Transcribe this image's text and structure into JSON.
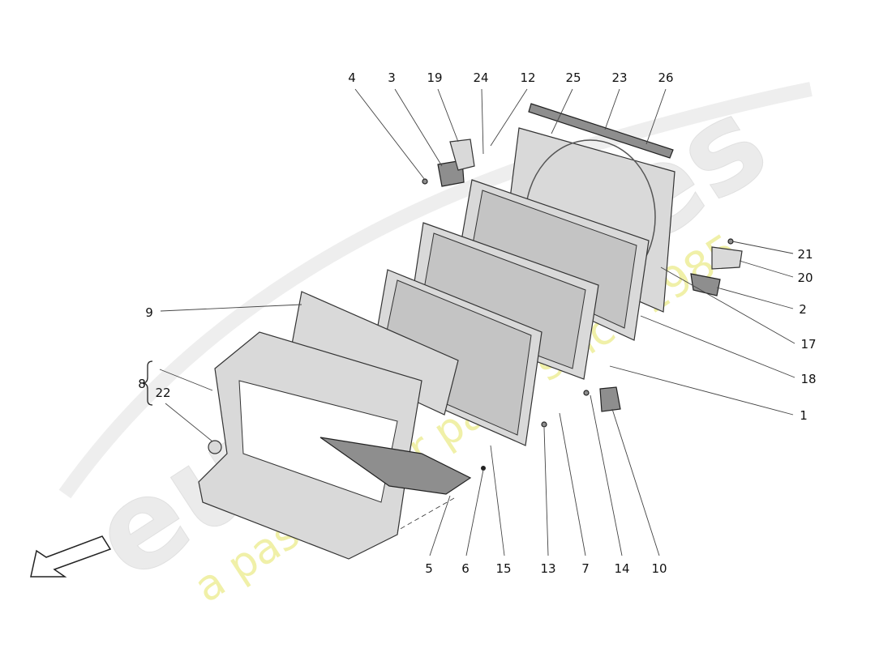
{
  "diagram": {
    "watermark": {
      "brand": "eurospares",
      "tagline": "a passion for parts since 1985",
      "brand_color": "#e6e6e6",
      "tagline_color": "#f0f0a8"
    },
    "direction_arrow_icon": "arrow-down-left-icon",
    "callouts": {
      "c4": "4",
      "c3": "3",
      "c19": "19",
      "c24": "24",
      "c12": "12",
      "c25": "25",
      "c23": "23",
      "c26": "26",
      "c21": "21",
      "c20": "20",
      "c2": "2",
      "c17": "17",
      "c18": "18",
      "c1": "1",
      "c9": "9",
      "c8": "8",
      "c22": "22",
      "c5": "5",
      "c6": "6",
      "c15": "15",
      "c13": "13",
      "c7": "7",
      "c14": "14",
      "c10": "10"
    }
  }
}
